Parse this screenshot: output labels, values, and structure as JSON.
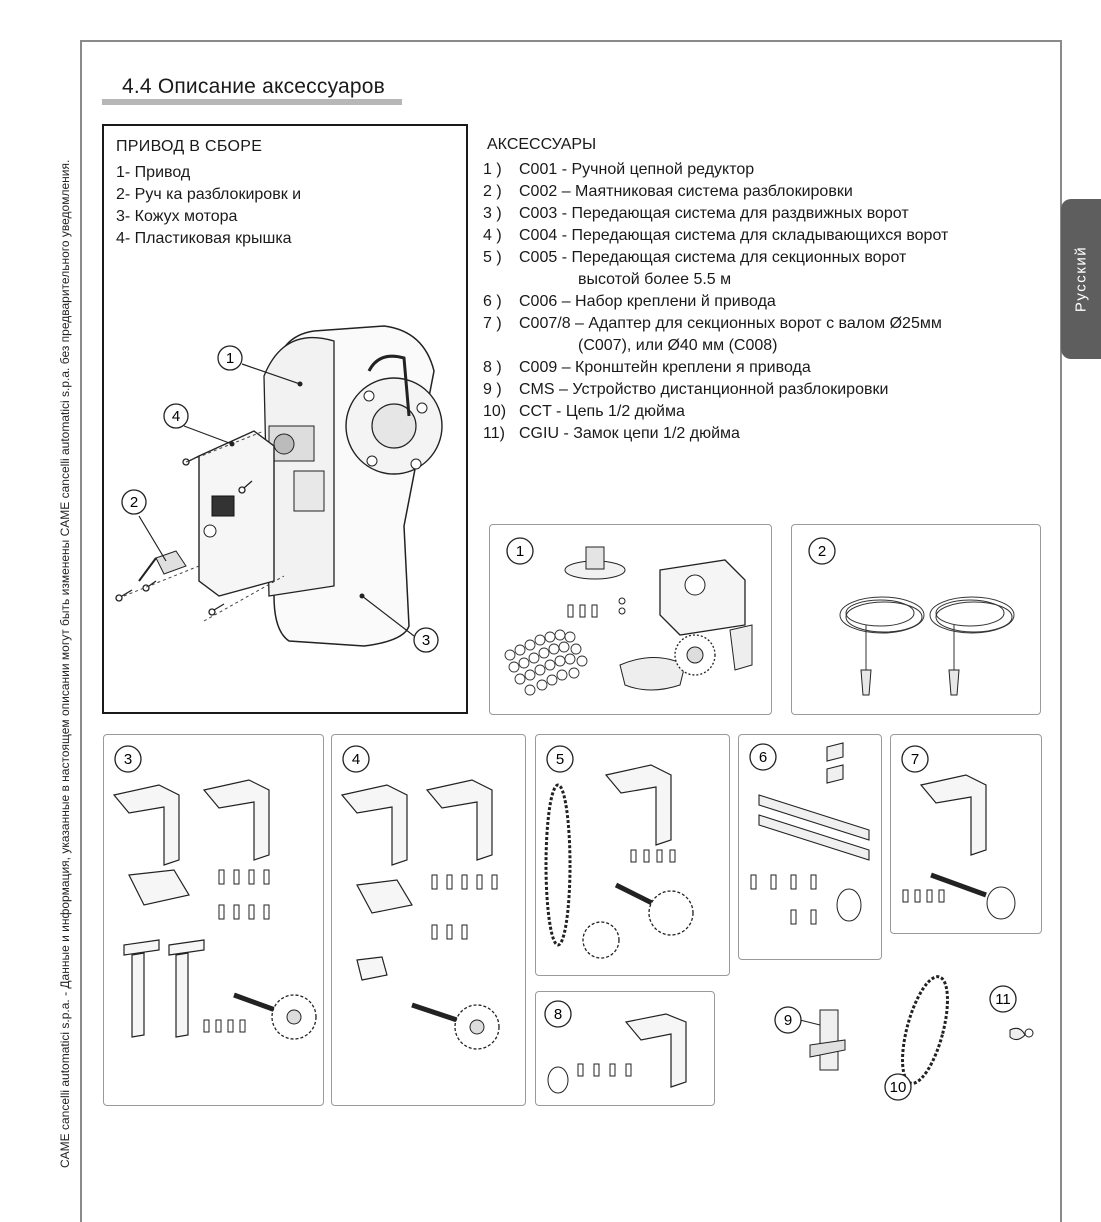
{
  "header": {
    "section_title": "4.4 Описание  аксессуаров",
    "language_tab": "Русский",
    "side_note": "CAME  cancelli  automatici  s.p.a.  - Данные и информация, указанные в настоящем описании могут быть изменены CAME cancelli automatici s.p.a. без предварительного уведомления."
  },
  "assembly": {
    "heading": "ПРИВОД   В  СБОРЕ",
    "items": [
      "1- Привод",
      "2- Руч ка  разблокировк и",
      "3- Кожух  мотора",
      "4- Пластиковая крышка"
    ],
    "callouts": [
      "1",
      "2",
      "3",
      "4"
    ]
  },
  "accessories": {
    "heading": "АКСЕССУАРЫ",
    "items": [
      {
        "num": "1 )",
        "text": "C001 -  Ручной  цепной  редуктор"
      },
      {
        "num": "2 )",
        "text": "C002 –   Маятниковая   система   разблокировки"
      },
      {
        "num": "3 )",
        "text": "C003 -  Передающая   система   для  раздвижных ворот"
      },
      {
        "num": "4 )",
        "text": "C004 -  Передающая   система   для  складывающихся    ворот"
      },
      {
        "num": "5 )",
        "text": "C005 -  Передающая   система   для  секционных ворот"
      },
      {
        "num": "",
        "text": "высотой более    5.5 м",
        "indent": true
      },
      {
        "num": "6 )",
        "text": "C006 –  Набор  креплени й  привода"
      },
      {
        "num": "7 )",
        "text": "C007/8 –   Адаптер  для  секционных ворот  с  валом Ø25мм"
      },
      {
        "num": "",
        "text": "(C007), или Ø40 мм (C008)",
        "indent": true
      },
      {
        "num": "8 )",
        "text": "C009  –  Кронштейн  креплени я  привода"
      },
      {
        "num": "9 )",
        "text": "CMS –  Устройство дистанционной разблокировки"
      },
      {
        "num": "10)",
        "text": "CCT -  Цепь 1/2 дюйма"
      },
      {
        "num": "11)",
        "text": "CGIU - Замок  цепи  1/2 дюйма"
      }
    ]
  },
  "panels": [
    "1",
    "2",
    "3",
    "4",
    "5",
    "6",
    "7",
    "8",
    "9",
    "10",
    "11"
  ]
}
